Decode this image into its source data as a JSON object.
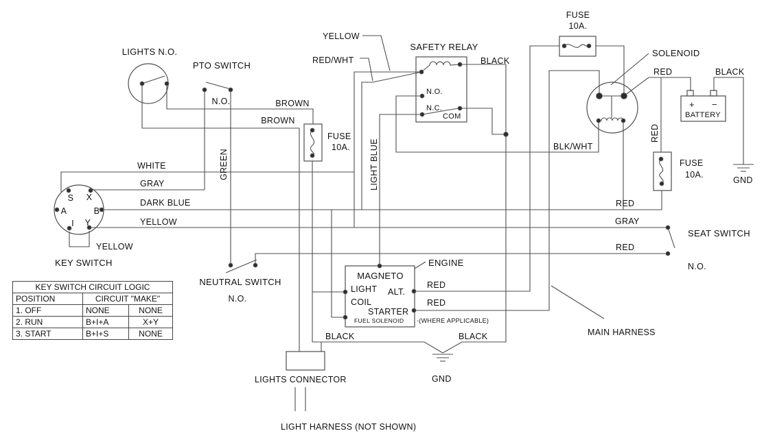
{
  "colors": {
    "line": "#4d4d4d",
    "text": "#111111",
    "background": "#ffffff"
  },
  "components": {
    "lights_switch": {
      "label": "LIGHTS N.O."
    },
    "pto_switch": {
      "label": "PTO SWITCH",
      "state": "N.O."
    },
    "key_switch": {
      "label": "KEY SWITCH",
      "jumper": "YELLOW",
      "terminals": {
        "s": "S",
        "x": "X",
        "a": "A",
        "b": "B",
        "i": "I",
        "y": "Y"
      }
    },
    "neutral_switch": {
      "label": "NEUTRAL SWITCH",
      "state": "N.O."
    },
    "seat_switch": {
      "label": "SEAT SWITCH",
      "state": "N.O."
    },
    "safety_relay": {
      "label": "SAFETY RELAY",
      "no": "N.O.",
      "nc": "N.C.",
      "com": "COM"
    },
    "solenoid": {
      "label": "SOLENOID"
    },
    "battery": {
      "label": "BATTERY",
      "positive": "+",
      "negative": "−"
    },
    "fuse_top": {
      "label": "FUSE",
      "rating": "10A."
    },
    "fuse_left": {
      "label": "FUSE",
      "rating": "10A."
    },
    "fuse_right": {
      "label": "FUSE",
      "rating": "10A."
    },
    "engine": {
      "label": "ENGINE",
      "magneto": "MAGNETO",
      "light": "LIGHT",
      "coil": "COIL",
      "alt": "ALT.",
      "starter": "STARTER",
      "fuel_solenoid": "FUEL SOLENOID",
      "note": "-(WHERE APPLICABLE)"
    },
    "lights_connector": {
      "label": "LIGHTS CONNECTOR"
    },
    "light_harness": {
      "label": "LIGHT HARNESS (NOT SHOWN)"
    },
    "main_harness": {
      "label": "MAIN HARNESS"
    },
    "ground_center": {
      "label": "GND"
    },
    "ground_right": {
      "label": "GND"
    }
  },
  "wires": {
    "white": "WHITE",
    "gray_left": "GRAY",
    "dark_blue": "DARK BLUE",
    "yellow_left": "YELLOW",
    "green": "GREEN",
    "brown_upper": "BROWN",
    "brown_lower": "BROWN",
    "yellow_relay": "YELLOW",
    "red_wht": "RED/WHT",
    "light_blue": "LIGHT BLUE",
    "black_relay": "BLACK",
    "blk_wht": "BLK/WHT",
    "red_solenoid": "RED",
    "black_battery": "BLACK",
    "red_fuse": "RED",
    "red_right": "RED",
    "gray_right": "GRAY",
    "red_seat": "RED",
    "red_alt": "RED",
    "red_starter": "RED",
    "black_gnd_left": "BLACK",
    "black_gnd_right": "BLACK"
  },
  "table": {
    "title": "KEY SWITCH CIRCUIT LOGIC",
    "col_position": "POSITION",
    "col_circuit": "CIRCUIT \"MAKE\"",
    "rows": [
      {
        "position": "1. OFF",
        "circuit": "NONE",
        "make": "NONE"
      },
      {
        "position": "2. RUN",
        "circuit": "B+I+A",
        "make": "X+Y"
      },
      {
        "position": "3. START",
        "circuit": "B+I+S",
        "make": "NONE"
      }
    ]
  }
}
